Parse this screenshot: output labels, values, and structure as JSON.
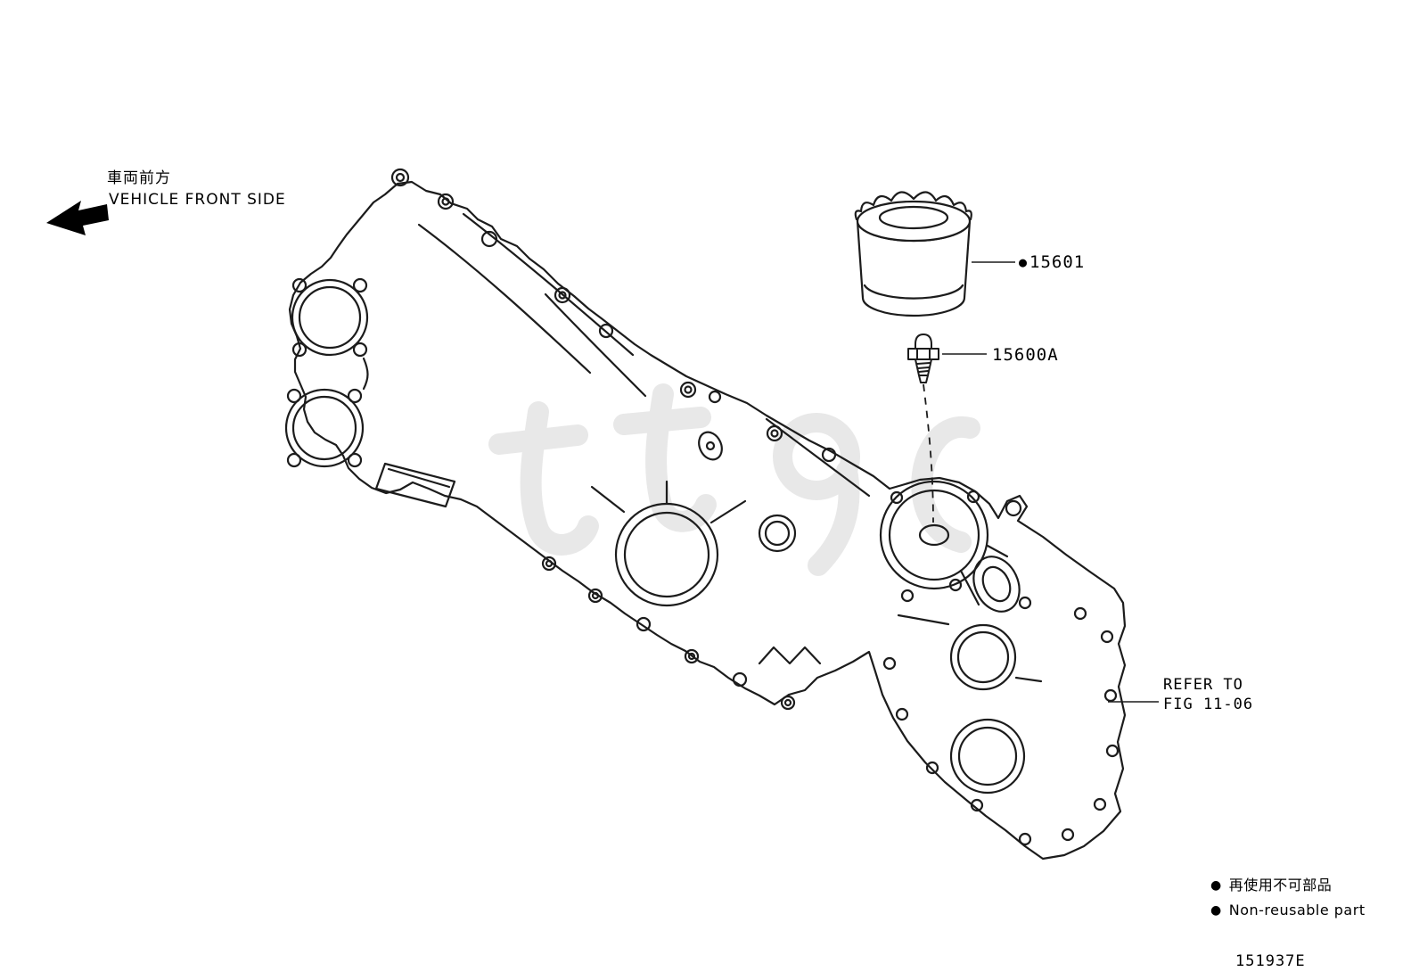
{
  "page": {
    "background": "#ffffff",
    "line_color": "#1c1c1c",
    "watermark_color": "#d6d6d6"
  },
  "diagram": {
    "direction_note": {
      "jp": "車両前方",
      "en": "VEHICLE FRONT SIDE"
    },
    "marker": "●",
    "parts": [
      {
        "number": "15601",
        "non_reusable": true,
        "name": "oil-filter"
      },
      {
        "number": "15600A",
        "non_reusable": false,
        "name": "oil-filter-union"
      }
    ],
    "reference": {
      "line1": "REFER TO",
      "line2": "FIG 11-06"
    },
    "legend": [
      {
        "marker": "●",
        "text": "再使用不可部品"
      },
      {
        "marker": "●",
        "text": "Non-reusable part"
      }
    ],
    "figure_code": "151937E"
  }
}
